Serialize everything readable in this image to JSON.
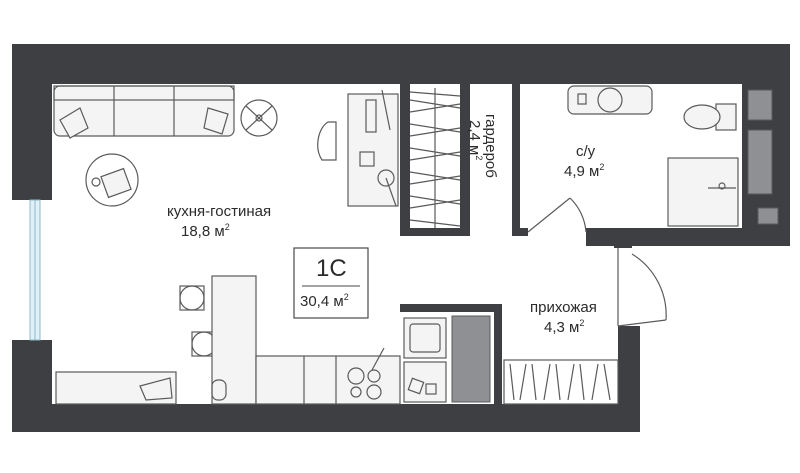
{
  "apartment": {
    "type": "1С",
    "total_area": "30,4 м",
    "area_sup": "2"
  },
  "rooms": {
    "living": {
      "name": "кухня-гостиная",
      "area": "18,8 м",
      "sup": "2"
    },
    "wardrobe": {
      "name": "гардероб",
      "area": "2,4 м",
      "sup": "2"
    },
    "bath": {
      "name": "с/у",
      "area": "4,9 м",
      "sup": "2"
    },
    "hall": {
      "name": "прихожая",
      "area": "4,3 м",
      "sup": "2"
    }
  },
  "colors": {
    "wall": "#3d3f42",
    "background": "#ffffff",
    "fixture_grey": "#8f9094",
    "window": "#dff1f8"
  }
}
